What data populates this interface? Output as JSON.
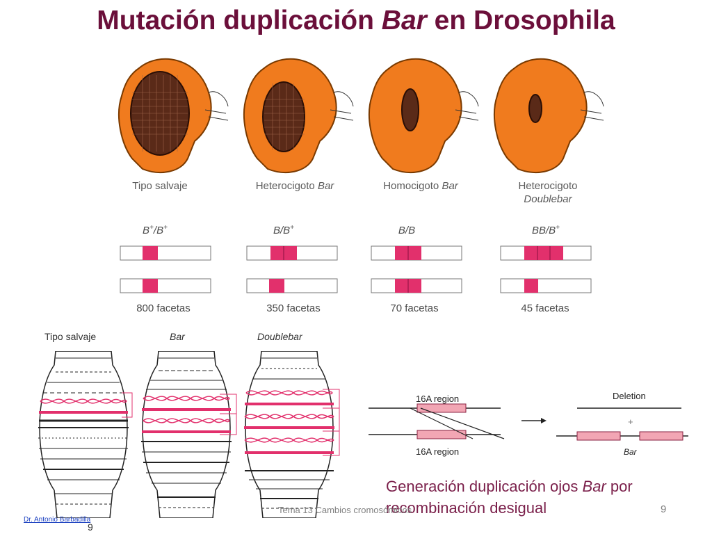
{
  "title": {
    "part1": "Mutación duplicación ",
    "italic": "Bar",
    "part2": " en Drosophila"
  },
  "flies": [
    {
      "label_plain": "Tipo salvaje",
      "label_italic": "",
      "line2": "",
      "genotype_main": "B",
      "genotype_sup1": "+",
      "genotype_mid": "/B",
      "genotype_sup2": "+",
      "facets": "800 facetas",
      "eye_size": "large"
    },
    {
      "label_plain": "Heterocigoto ",
      "label_italic": "Bar",
      "line2": "",
      "genotype_main": "B",
      "genotype_sup1": "",
      "genotype_mid": "/B",
      "genotype_sup2": "+",
      "facets": "350 facetas",
      "eye_size": "medium"
    },
    {
      "label_plain": "Homocigoto ",
      "label_italic": "Bar",
      "line2": "",
      "genotype_main": "B",
      "genotype_sup1": "",
      "genotype_mid": "/B",
      "genotype_sup2": "",
      "facets": "70 facetas",
      "eye_size": "small"
    },
    {
      "label_plain": "Heterocigoto",
      "label_italic": "",
      "line2": "Doublebar",
      "genotype_main": "BB",
      "genotype_sup1": "",
      "genotype_mid": "/B",
      "genotype_sup2": "+",
      "facets": "45 facetas",
      "eye_size": "tiny"
    }
  ],
  "chromosome_labels": {
    "wild": "Tipo salvaje",
    "bar": "Bar",
    "doublebar": "Doublebar"
  },
  "recombination": {
    "top_region": "16A region",
    "bottom_region": "16A region",
    "deletion": "Deletion",
    "plus": "+",
    "product": "Bar"
  },
  "caption": {
    "line1_plain": "Generación  duplicación ojos ",
    "line1_italic": "Bar",
    "line1_end": " por",
    "line2": "recombinación desigual"
  },
  "footer": {
    "center": "Tema 13 Cambios cromosómicos",
    "page": "9",
    "author": "Dr. Antonio Barbadilla",
    "small_number": "9"
  },
  "colors": {
    "title": "#6b0f3a",
    "fly_orange": "#f07b1e",
    "bar_pink": "#e2306c",
    "region_pink": "#f2a6b4",
    "caption": "#7a1f4a"
  }
}
